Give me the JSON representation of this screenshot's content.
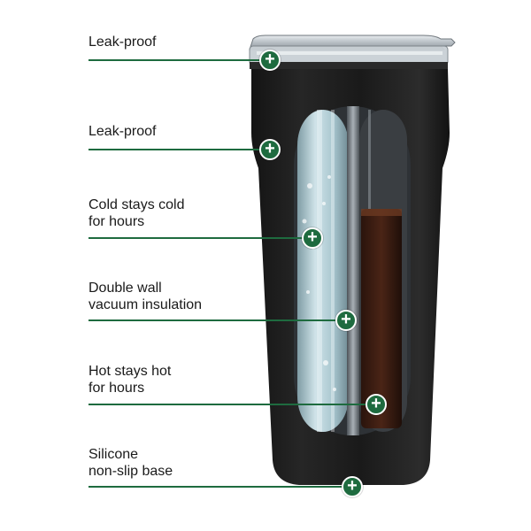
{
  "colors": {
    "accent": "#1e6b3f",
    "tumbler_body": "#1c1c1c",
    "text": "#1a1a1a"
  },
  "hotspot_icon": "plus-icon",
  "callouts": [
    {
      "label": "Leak-proof"
    },
    {
      "label": "Leak-proof"
    },
    {
      "label": "Cold stays cold\nfor hours"
    },
    {
      "label": "Double wall\nvacuum insulation"
    },
    {
      "label": "Hot stays hot\nfor hours"
    },
    {
      "label": "Silicone\nnon-slip base"
    }
  ]
}
